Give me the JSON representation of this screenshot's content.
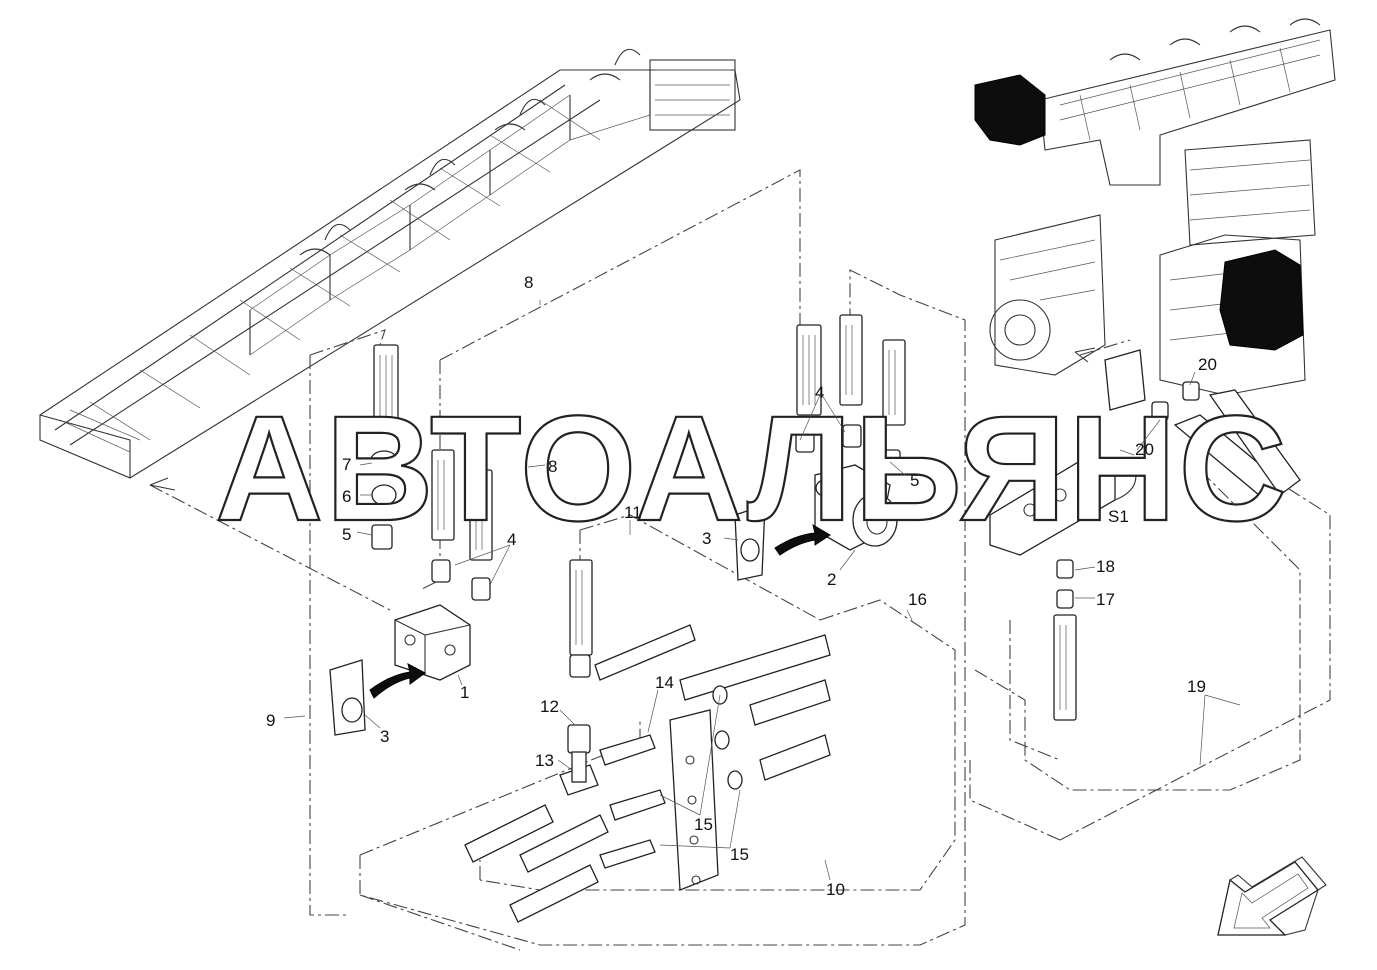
{
  "watermark": "АВТОАЛЬЯНС",
  "callouts": {
    "c1": "1",
    "c2": "2",
    "c3a": "3",
    "c3b": "3",
    "c4a": "4",
    "c4b": "4",
    "c5a": "5",
    "c5b": "5",
    "c6": "6",
    "c7": "7",
    "c8a": "8",
    "c8b": "8",
    "c9": "9",
    "c10": "10",
    "c11": "11",
    "c12": "12",
    "c13": "13",
    "c14": "14",
    "c15a": "15",
    "c15b": "15",
    "c16": "16",
    "c17": "17",
    "c18": "18",
    "c19": "19",
    "c20a": "20",
    "c20b": "20",
    "cS1": "S1"
  },
  "colors": {
    "ink": "#222222",
    "background": "#ffffff",
    "solid_part": "#0d0d0d"
  }
}
